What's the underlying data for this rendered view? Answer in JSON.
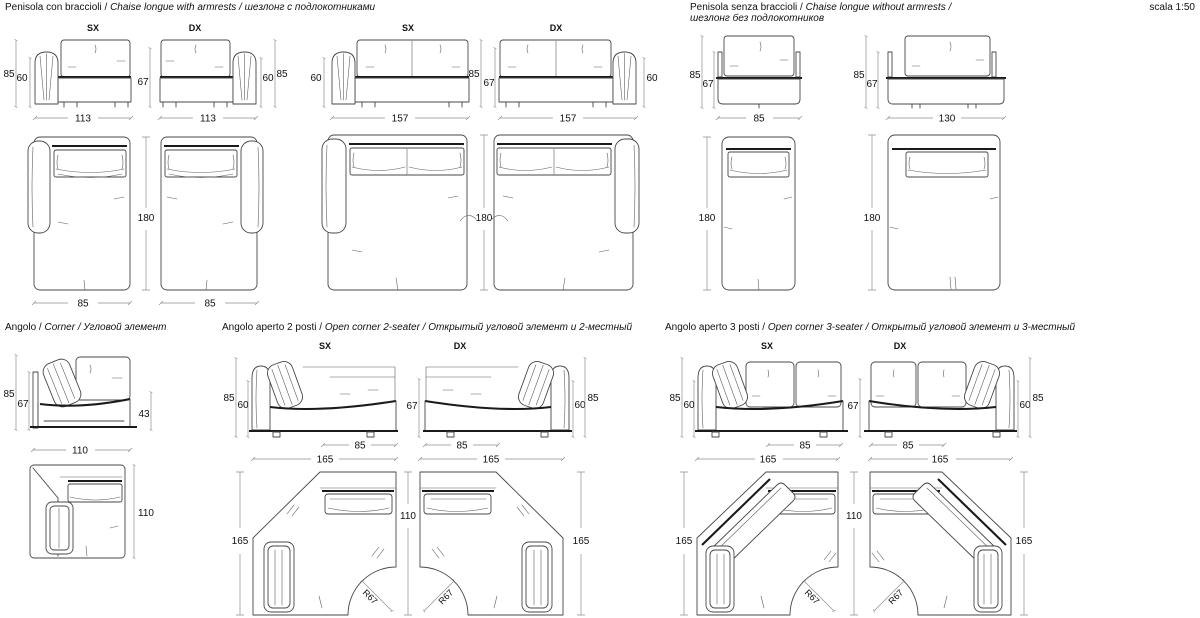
{
  "page": {
    "scale_note": "scala 1:50"
  },
  "sections": {
    "s1": {
      "roman": "Penisola con braccioli / ",
      "italic": "Chaise longue with armrests / шезлонг с подлокотниками"
    },
    "s2": {
      "roman": "Penisola senza braccioli / ",
      "italic": "Chaise longue without armrests /",
      "line2": "шезлонг без подлокотников"
    },
    "s3": {
      "roman": "Angolo / ",
      "italic": "Corner / Угловой элемент"
    },
    "s4": {
      "roman": "Angolo aperto 2 posti / ",
      "italic": "Open corner 2-seater / Открытый угловой элемент и 2-местный"
    },
    "s5": {
      "roman": "Angolo aperto 3 posti / ",
      "italic": "Open corner 3-seater / Открытый угловой элемент и 3-местный"
    }
  },
  "labels": {
    "sx": "SX",
    "dx": "DX"
  },
  "dims": {
    "d43": "43",
    "d60": "60",
    "d67": "67",
    "d85": "85",
    "d110": "110",
    "d113": "113",
    "d130": "130",
    "d157": "157",
    "d165": "165",
    "d180": "180",
    "r67": "R67"
  }
}
